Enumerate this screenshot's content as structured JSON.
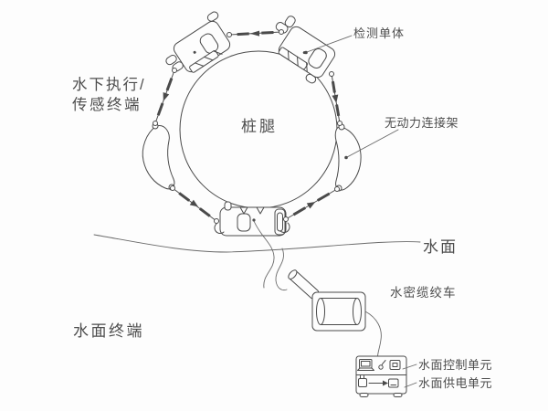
{
  "diagram": {
    "background": "#fdfdfd",
    "line_color": "#4a4a4a",
    "text_color": "#4d4d4d",
    "labels": {
      "underwater_terminal_line1": "水下执行/",
      "underwater_terminal_line2": "传感终端",
      "pile_leg": "桩腿",
      "detection_unit": "检测单体",
      "non_powered_frame": "无动力连接架",
      "water_surface": "水面",
      "watertight_cable_winch": "水密缆绞车",
      "surface_terminal": "水面终端",
      "surface_control_unit": "水面控制单元",
      "surface_power_unit": "水面供电单元"
    }
  }
}
